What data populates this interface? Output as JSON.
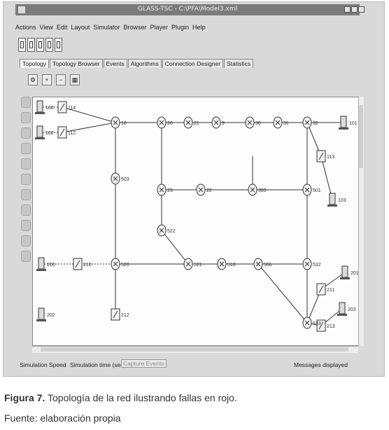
{
  "window": {
    "title": "GLASS-TSC - C:\\PFA\\Model3.xml"
  },
  "menu": [
    "Actions",
    "View",
    "Edit",
    "Layout",
    "Simulator",
    "Browser",
    "Player",
    "Plugin",
    "Help"
  ],
  "tabs": [
    "Topology",
    "Topology Browser",
    "Events",
    "Algorithms",
    "Connection Designer",
    "Statistics"
  ],
  "active_tab": "Topology",
  "status": {
    "speed_label": "Simulation Speed",
    "time_label": "Simulation time (sec):",
    "capture_label": "Capture Events",
    "messages_label": "Messages displayed"
  },
  "caption": {
    "label": "Figura 7.",
    "text": " Topología de la red ilustrando fallas en rojo."
  },
  "source": "Fuente: elaboración propia",
  "colors": {
    "window_bg": "#d9d9d9",
    "titlebar": "#7b7b7b",
    "canvas": "#fdfdfd"
  },
  "topology": {
    "nodes": [
      {
        "id": "100",
        "type": "host",
        "label": "100"
      },
      {
        "id": "114",
        "type": "edge",
        "label": "114"
      },
      {
        "id": "102",
        "type": "host",
        "label": "102"
      },
      {
        "id": "112",
        "type": "edge",
        "label": "112"
      },
      {
        "id": "10",
        "type": "router",
        "label": "10"
      },
      {
        "id": "20",
        "type": "router",
        "label": "20"
      },
      {
        "id": "21",
        "type": "router",
        "label": "21"
      },
      {
        "id": "9",
        "type": "router",
        "label": "9"
      },
      {
        "id": "30",
        "type": "router",
        "label": "30"
      },
      {
        "id": "31",
        "type": "router",
        "label": "31"
      },
      {
        "id": "32",
        "type": "router",
        "label": "32"
      },
      {
        "id": "101",
        "type": "host",
        "label": "101"
      },
      {
        "id": "113",
        "type": "edge",
        "label": "113"
      },
      {
        "id": "103",
        "type": "host",
        "label": "103"
      },
      {
        "id": "503",
        "type": "router",
        "label": "503"
      },
      {
        "id": "23",
        "type": "router",
        "label": "23"
      },
      {
        "id": "22",
        "type": "router",
        "label": "22"
      },
      {
        "id": "300",
        "type": "router",
        "label": "300"
      },
      {
        "id": "501",
        "type": "router",
        "label": "501"
      },
      {
        "id": "522",
        "type": "router",
        "label": "522"
      },
      {
        "id": "200",
        "type": "host",
        "label": "200"
      },
      {
        "id": "210",
        "type": "edge",
        "label": "210"
      },
      {
        "id": "520",
        "type": "router",
        "label": "520"
      },
      {
        "id": "521",
        "type": "router",
        "label": "521"
      },
      {
        "id": "510",
        "type": "router",
        "label": "510"
      },
      {
        "id": "506",
        "type": "router",
        "label": "506"
      },
      {
        "id": "532",
        "type": "router",
        "label": "532"
      },
      {
        "id": "201",
        "type": "host",
        "label": "201"
      },
      {
        "id": "211",
        "type": "edge",
        "label": "211"
      },
      {
        "id": "203",
        "type": "host",
        "label": "203"
      },
      {
        "id": "213",
        "type": "edge",
        "label": "213"
      },
      {
        "id": "202",
        "type": "host",
        "label": "202"
      },
      {
        "id": "212",
        "type": "edge",
        "label": "212"
      },
      {
        "id": "533",
        "type": "router",
        "label": "533"
      }
    ]
  }
}
